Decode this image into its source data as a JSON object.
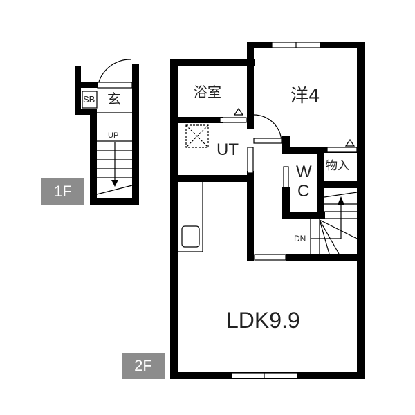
{
  "floors": [
    {
      "id": "1F",
      "label": "1F"
    },
    {
      "id": "2F",
      "label": "2F"
    }
  ],
  "rooms": {
    "entrance": "玄",
    "shoe_box": "SB",
    "stairs_up": "UP",
    "bathroom": "浴室",
    "utility": "UT",
    "western_room": "洋4",
    "storage": "物入",
    "toilet_w": "W",
    "toilet_c": "C",
    "stairs_down": "DN",
    "ldk": "LDK9.9"
  },
  "colors": {
    "wall": "#000000",
    "badge_bg": "#8c8c8c",
    "badge_text": "#ffffff",
    "label_text": "#222222"
  }
}
